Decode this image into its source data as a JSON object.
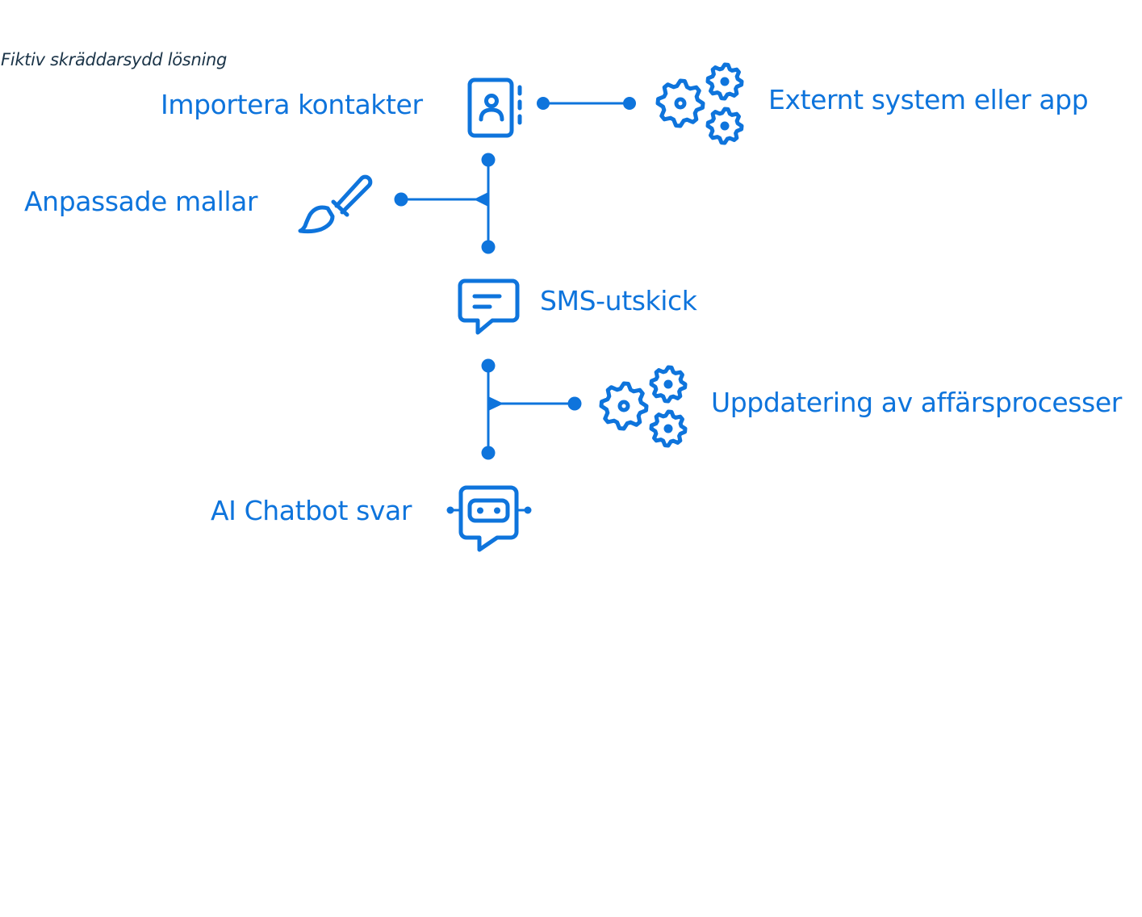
{
  "caption": "Fiktiv skräddarsydd lösning",
  "accent_color": "#0e74dc",
  "caption_color": "#1b3448",
  "nodes": {
    "import_contacts": {
      "label": "Importera kontakter",
      "icon": "contact-book-icon"
    },
    "external_system": {
      "label": "Externt system eller app",
      "icon": "gears-icon"
    },
    "custom_templates": {
      "label": "Anpassade mallar",
      "icon": "paintbrush-icon"
    },
    "sms_sending": {
      "label": "SMS-utskick",
      "icon": "message-icon"
    },
    "business_process_update": {
      "label": "Uppdatering av affärsprocesser",
      "icon": "gears-icon"
    },
    "ai_chatbot_reply": {
      "label": "AI Chatbot svar",
      "icon": "chatbot-icon"
    }
  },
  "connections": [
    {
      "from": "import_contacts",
      "to": "external_system",
      "type": "line"
    },
    {
      "from": "custom_templates",
      "to": "import_sms_flow",
      "type": "arrow-in"
    },
    {
      "from": "sms_ai_flow",
      "to": "business_process_update",
      "type": "arrow-out"
    }
  ]
}
